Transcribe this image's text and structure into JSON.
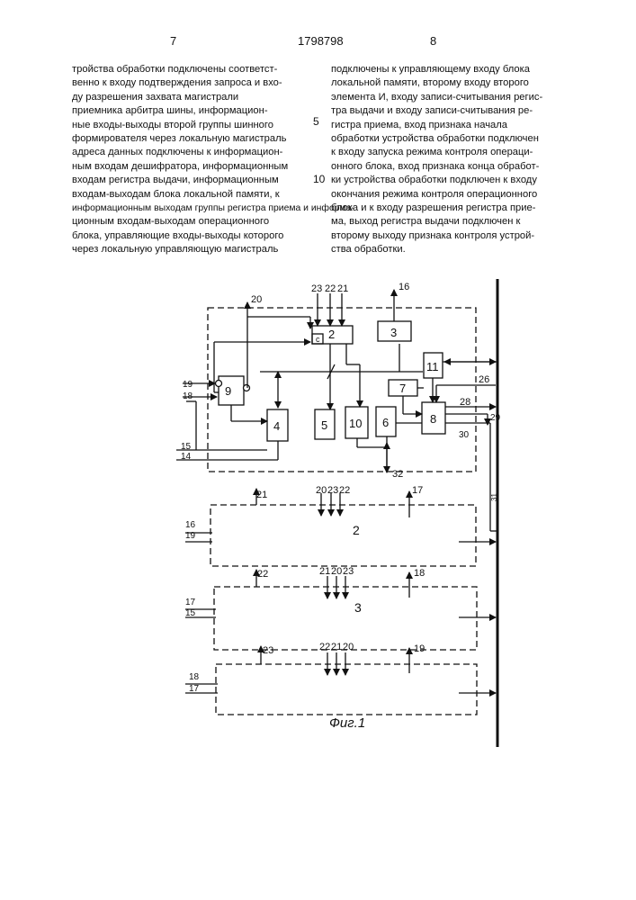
{
  "header": {
    "page_left": "7",
    "patent_number": "1798798",
    "page_right": "8"
  },
  "left_column": [
    "тройства обработки подключены соответст-",
    "венно к входу подтверждения запроса и вхо-",
    "ду разрешения захвата магистрали",
    "приемника арбитра шины, информацион-",
    "ные входы-выходы второй группы шинного",
    "формирователя через локальную магистраль",
    "адреса данных подключены к информацион-",
    "ным входам дешифратора, информационным",
    "входам регистра выдачи, информационным",
    "входам-выходам блока локальной памяти, к",
    "информационным выходам группы регистра приема и информа-",
    "ционным входам-выходам операционного",
    "блока, управляющие входы-выходы которого",
    "через локальную управляющую магистраль"
  ],
  "right_column": [
    "подключены к управляющему входу блока",
    "локальной памяти, второму входу второго",
    "элемента И, входу записи-считывания регис-",
    "тра выдачи и входу записи-считывания ре-",
    "гистра приема, вход признака начала",
    "обработки устройства обработки подключен",
    "к входу запуска режима контроля операци-",
    "онного блока, вход признака конца обработ-",
    "ки устройства обработки подключен к входу",
    "окончания режима контроля операционного",
    "блока и к входу разрешения регистра прие-",
    "ма, выход регистра выдачи подключен к",
    "второму выходу признака контроля устрой-",
    "ства обработки."
  ],
  "line_markers": [
    "5",
    "10"
  ],
  "figure": {
    "caption": "Фиг.1",
    "blocks": [
      "2",
      "3",
      "4",
      "5",
      "6",
      "7",
      "8",
      "9",
      "10",
      "11"
    ],
    "block_c_label": "c",
    "top_inputs": [
      "23",
      "22",
      "21"
    ],
    "out_20": "20",
    "out_16": "16",
    "line_19": "19",
    "line_18": "18",
    "line_15": "15",
    "line_14": "14",
    "line_26": "26",
    "line_28": "28",
    "line_29": "29",
    "line_30": "30",
    "line_32": "32",
    "line_31": "31",
    "sub1": {
      "block": "2",
      "out": "21",
      "inputs": [
        "20",
        "23",
        "22"
      ],
      "out2": "17",
      "left": [
        "16",
        "19"
      ]
    },
    "sub2": {
      "block": "3",
      "out": "22",
      "inputs": [
        "21",
        "20",
        "23"
      ],
      "out2": "18",
      "left": [
        "17",
        "15"
      ]
    },
    "sub3": {
      "out": "23",
      "inputs": [
        "22",
        "21",
        "20"
      ],
      "out2": "19",
      "left": [
        "18",
        "17"
      ]
    }
  }
}
